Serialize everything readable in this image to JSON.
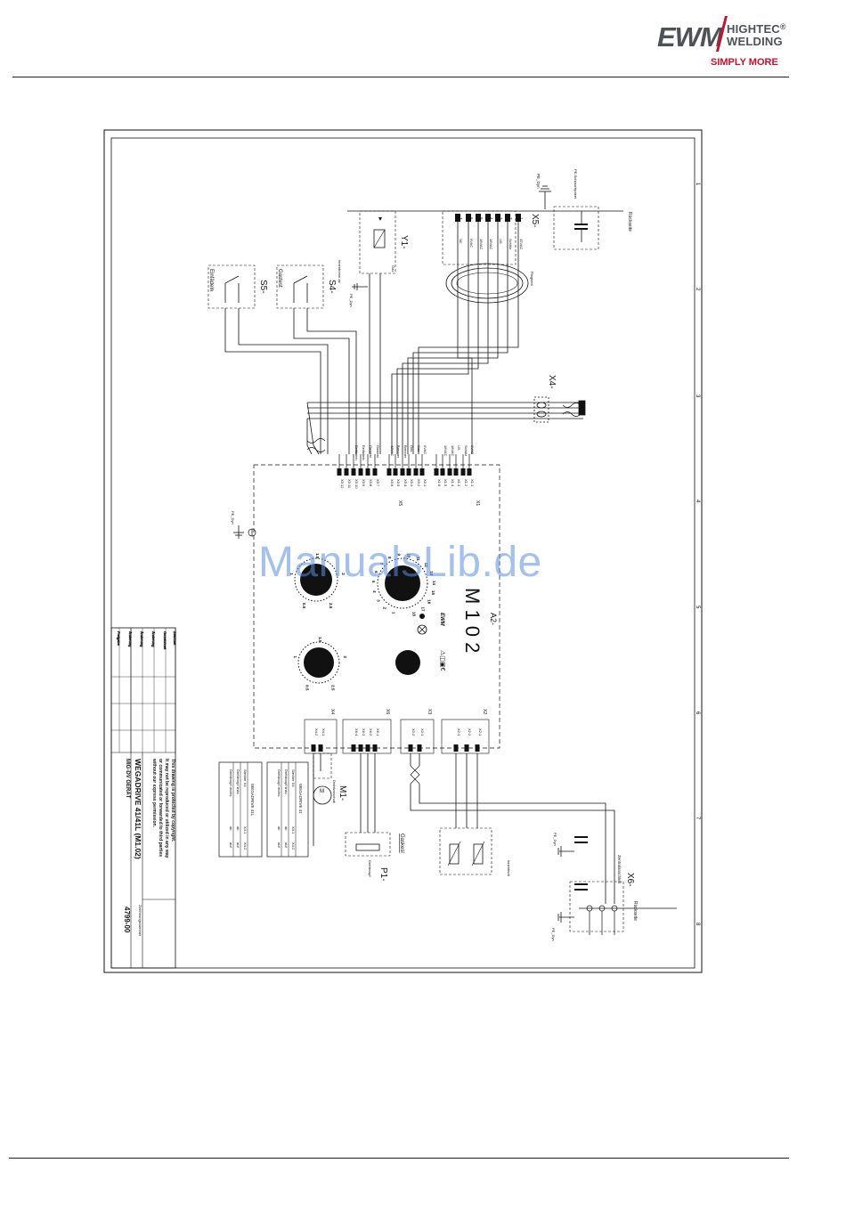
{
  "header": {
    "logo_ewm": "EWM",
    "logo_hightec": "HIGHTEC",
    "logo_welding": "WELDING",
    "logo_registered": "®",
    "logo_slogan": "SIMPLY MORE"
  },
  "watermark": "ManualsLib.de",
  "schematic": {
    "connectors": {
      "x5": "X5-",
      "x4": "X4-",
      "x6": "X6-",
      "y1": "Y1-",
      "s4": "S4-",
      "s5": "S5-",
      "a2": "A2-",
      "m1": "M1-",
      "p1": "P1-",
      "board": "M 1 0 2",
      "block_x1": "X1",
      "block_x5": "X5",
      "block_x2": "X2",
      "block_x3": "X3",
      "block_x6": "X6",
      "block_x4": "X4"
    },
    "labels": {
      "gastest": "Gastest",
      "einfadeln": "Einfädeln",
      "drehknopf": "Drehknopf",
      "drahtvorschub": "Drahtvorschub",
      "ruckseite": "Rückseite",
      "zentralanschluss": "Zentralanschluß",
      "pe_dyn": "PE_Dyn",
      "innentisch": "Innentisch",
      "gas": "Gas"
    },
    "x5_pins": [
      "1",
      "2",
      "3",
      "4",
      "5",
      "6",
      "7"
    ],
    "x5_signals": [
      "42VAC",
      "Schütz",
      "US",
      "18VAC",
      "18VAC",
      "0VAC",
      "NC"
    ],
    "ribbon_pins": [
      "X1:1",
      "X1:2",
      "X1:3",
      "X1:4",
      "X1:5",
      "X1:6",
      "X5:1",
      "X5:2",
      "X5:3",
      "X5:4",
      "X5:5",
      "X5:6",
      "X5:7",
      "X5:8",
      "X5:9",
      "X5:10",
      "X5:11",
      "X5:12"
    ],
    "ribbon_signals": [
      "0VAC",
      "Schütz",
      "US",
      "18VAC",
      "18VAC",
      "",
      "0VAC",
      "Gas",
      "Gas",
      "Brenner",
      "Brenner",
      "42VAC",
      "Gastest",
      "Gastest",
      "Einfädeln",
      "Einfädeln",
      "",
      ""
    ],
    "lower_blocks": {
      "x4_pins": [
        "X4:1",
        "X4:2"
      ],
      "x6_pins": [
        "X6:1",
        "X6:2",
        "X6:3",
        "X6:4"
      ],
      "x3_pins": [
        "X3:1",
        "X3:2"
      ],
      "x2_pins": [
        "X2:1",
        "X2:2",
        "X2:3"
      ]
    },
    "knobs": [
      {
        "id": "knob1",
        "scale": [
          "0.5",
          "1",
          "1.5",
          "2",
          "2.5"
        ]
      },
      {
        "id": "knob2",
        "scale": [
          "1",
          "2",
          "3",
          "4",
          "5",
          "6",
          "7",
          "8",
          "9",
          "10",
          "11",
          "12",
          "13",
          "14",
          "15",
          "16",
          "17",
          "18"
        ]
      },
      {
        "id": "knob3",
        "scale": [
          "0.5",
          "1",
          "1.5",
          "2",
          "2.5"
        ]
      },
      {
        "id": "knob4",
        "scale": []
      }
    ],
    "grid_numbers": [
      "1",
      "2",
      "3",
      "4",
      "5",
      "6",
      "7",
      "8"
    ]
  },
  "title_block": {
    "copyright_lines": [
      "This drawing is protected by copyright.",
      "It may not be reproduced or utilized in any way",
      "or communicated or forwarded to third parties",
      "without our express permission."
    ],
    "title": "WEGADRIVE 41/41L (M1.02)",
    "subtitle": "MIG-DV GERÄT",
    "drawing_number_label": "Zeichnungsnummer",
    "drawing_number": "4799-00",
    "rev_rows": [
      "Freigabe",
      "Änderung",
      "Änderung",
      "Änderung",
      "Gezeichnet",
      "Zeichnet"
    ]
  },
  "variant_table_left": {
    "title": "WEGADRIVE 41L",
    "rows": [
      [
        "Stecker X4",
        "X4:1",
        "X4:2"
      ],
      [
        "Drehknopf links",
        "ab",
        "auf"
      ],
      [
        "Drehknopf rechts",
        "ab",
        "auf"
      ]
    ]
  },
  "variant_table_right": {
    "title": "WEGADRIVE 41",
    "rows": [
      [
        "Stecker X4",
        "X4:1",
        "X4:2"
      ],
      [
        "Drehknopf links",
        "ab",
        "auf"
      ],
      [
        "Drehknopf rechts",
        "ab",
        "auf"
      ]
    ]
  }
}
